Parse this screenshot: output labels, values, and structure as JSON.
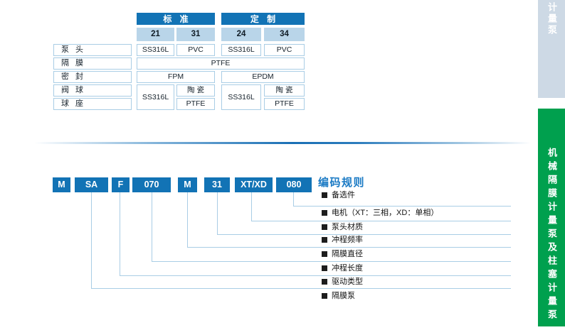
{
  "colors": {
    "header_blue": "#1273b5",
    "light_blue": "#b9d5e9",
    "line_blue": "#a9cde5",
    "title_blue": "#1a7ac4",
    "green": "#00a04e",
    "pale_bar": "#cdd9e5"
  },
  "table": {
    "groups": [
      "标 准",
      "定 制"
    ],
    "col_headers": [
      "21",
      "31",
      "24",
      "34"
    ],
    "row_labels": [
      "泵 头",
      "隔 膜",
      "密 封",
      "阀 球",
      "球 座"
    ],
    "cells": {
      "pump_head": [
        "SS316L",
        "PVC",
        "SS316L",
        "PVC"
      ],
      "diaphragm_all": "PTFE",
      "seal_standard": "FPM",
      "seal_custom": "EPDM",
      "ball_block_standard": "SS316L",
      "valve_ball_standard": "陶 瓷",
      "ball_seat_standard": "PTFE",
      "ball_block_custom": "SS316L",
      "valve_ball_custom": "陶 瓷",
      "ball_seat_custom": "PTFE"
    }
  },
  "code": {
    "title": "编码规则",
    "segments": [
      "M",
      "SA",
      "F",
      "070",
      "M",
      "31",
      "XT/XD",
      "080"
    ],
    "items": [
      "备选件",
      "电机（XT：三相，XD：单相）",
      "泵头材质",
      "冲程频率",
      "隔膜直径",
      "冲程长度",
      "驱动类型",
      "隔膜泵"
    ]
  },
  "sidebar": {
    "top_label": "计量泵",
    "section_label": "机械隔膜计量泵及柱塞计量泵"
  }
}
